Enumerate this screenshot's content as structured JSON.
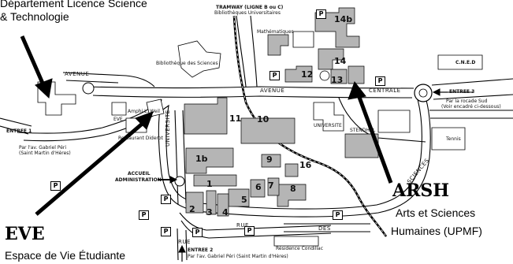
{
  "annotations": {
    "department_line1": "Département Licence Science",
    "department_line2": "& Technologie",
    "eve_title": "EVE",
    "eve_subtitle": "Espace de Vie Étudiante",
    "arsh_title": "ARSH",
    "arsh_line1": "Arts et Sciences",
    "arsh_line2": "Humaines (UPMF)"
  },
  "map_labels": {
    "tramway_line1": "TRAMWAY (LIGNE B ou C)",
    "tramway_line2": "Bibliothèques Universitaires",
    "mathematiques": "Mathématiques",
    "bibliotheque_sciences": "Bibliothèque des Sciences",
    "cned": "C.N.E.D",
    "avenue_west": "AVENUE",
    "avenue_centrale_1": "AVENUE",
    "avenue_centrale_2": "CENTRALE",
    "entree_3_east": "ENTREE 3",
    "rocade_line1": "Par la rocade Sud",
    "rocade_line2": "(Voir encadré ci-dessous)",
    "amphi": "Amphi L. Weil",
    "eve_small": "EVE",
    "restaurant": "Restaurant Diderot",
    "entree_1": "ENTREE 1",
    "gabriel_peri_line1": "Par l'av. Gabriel Péri",
    "gabriel_peri_line2": "(Saint Martin d'Hères)",
    "accueil_line1": "ACCUEIL",
    "accueil_line2": "ADMINISTRATION",
    "universite_street": "UNIVERSITE",
    "universite_label": "UNIVERSITE",
    "stendhal": "STENDHAL",
    "tennis": "Tennis",
    "residence": "Résidence Condillac",
    "entree_2": "ENTREE 2",
    "entree_2_sub": "Par l'av. Gabriel Péri (Saint Martin d'Hères)",
    "rue_1": "RUE",
    "rue_2": "RUE",
    "des": "DES",
    "sciences_street": "SCIENCES"
  },
  "building_numbers": [
    "14b",
    "14",
    "13",
    "12",
    "11",
    "10",
    "9",
    "16",
    "8",
    "7",
    "6",
    "5",
    "1b",
    "1",
    "2",
    "3",
    "4"
  ],
  "parking_label": "P",
  "colors": {
    "building_fill": "#b5b5b5",
    "building_stroke": "#000000",
    "road_stroke": "#000000",
    "arrow": "#000000"
  }
}
